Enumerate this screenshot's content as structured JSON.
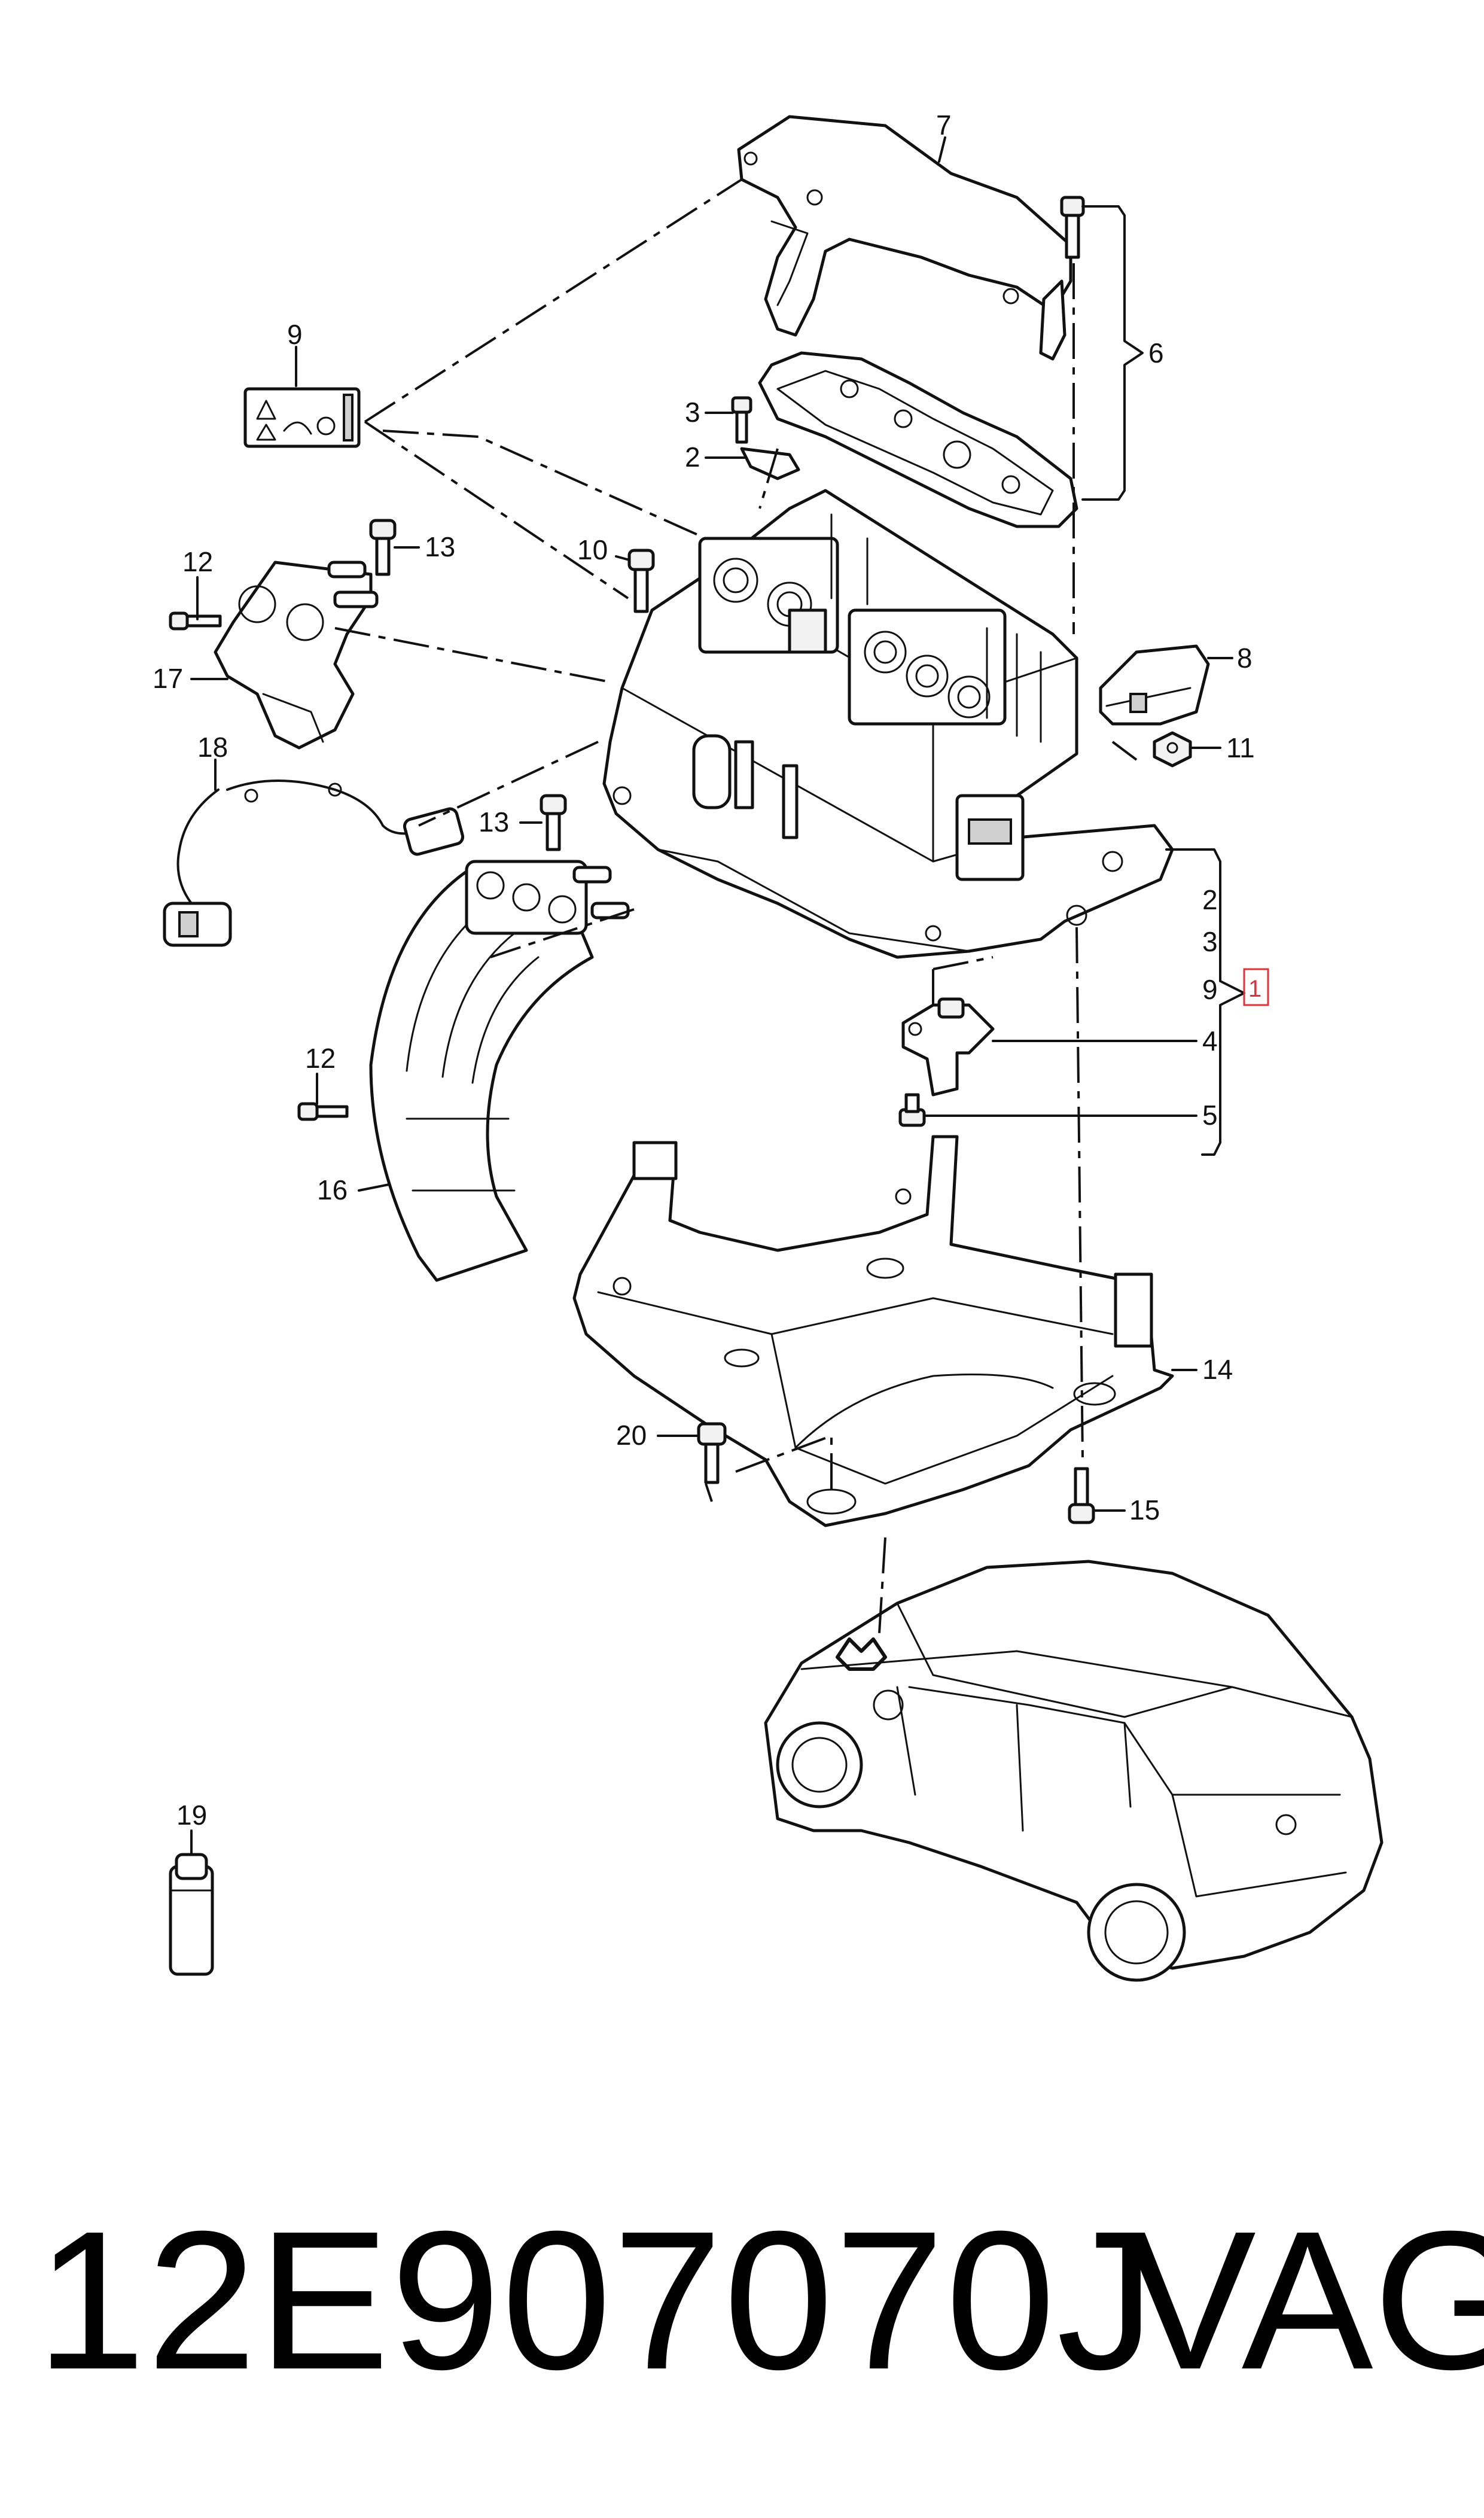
{
  "callouts": {
    "c1": "1",
    "c2a": "2",
    "c2b": "2",
    "c3a": "3",
    "c3b": "3",
    "c4": "4",
    "c5": "5",
    "c6": "6",
    "c7": "7",
    "c8": "8",
    "c9a": "9",
    "c9b": "9",
    "c10": "10",
    "c11": "11",
    "c12a": "12",
    "c12b": "12",
    "c13a": "13",
    "c13b": "13",
    "c14": "14",
    "c15": "15",
    "c16": "16",
    "c17": "17",
    "c18": "18",
    "c19": "19",
    "c20": "20"
  },
  "footer": {
    "part_number": "12E907070J",
    "brand": "VAG"
  },
  "colors": {
    "line": "#111111",
    "highlight_box": "#e0303a",
    "background": "#ffffff"
  }
}
